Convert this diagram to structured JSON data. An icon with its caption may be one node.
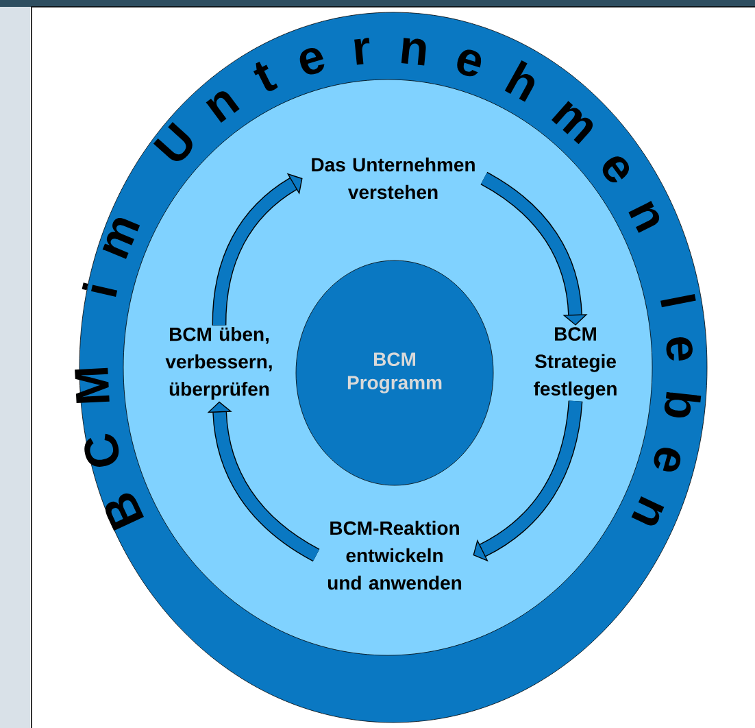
{
  "diagram": {
    "title": "BCM im Unternehmen leben",
    "nodes": [
      {
        "text": [
          "Das Unternehmen verstehen"
        ]
      },
      {
        "text": [
          "BCM üben, verbessern, überprüfen"
        ]
      },
      {
        "text": [
          "BCM Programm"
        ]
      },
      {
        "text": [
          "BCM Strategie festlegen"
        ]
      },
      {
        "text": [
          "BCM-Reaktion entwickeln und anwenden"
        ]
      }
    ],
    "edges": [
      {
        "from": 0,
        "to": 3,
        "arrow": "to"
      },
      {
        "from": 3,
        "to": 4,
        "arrow": "to"
      },
      {
        "from": 4,
        "to": 1,
        "arrow": "to"
      },
      {
        "from": 1,
        "to": 0,
        "arrow": "to"
      }
    ]
  }
}
